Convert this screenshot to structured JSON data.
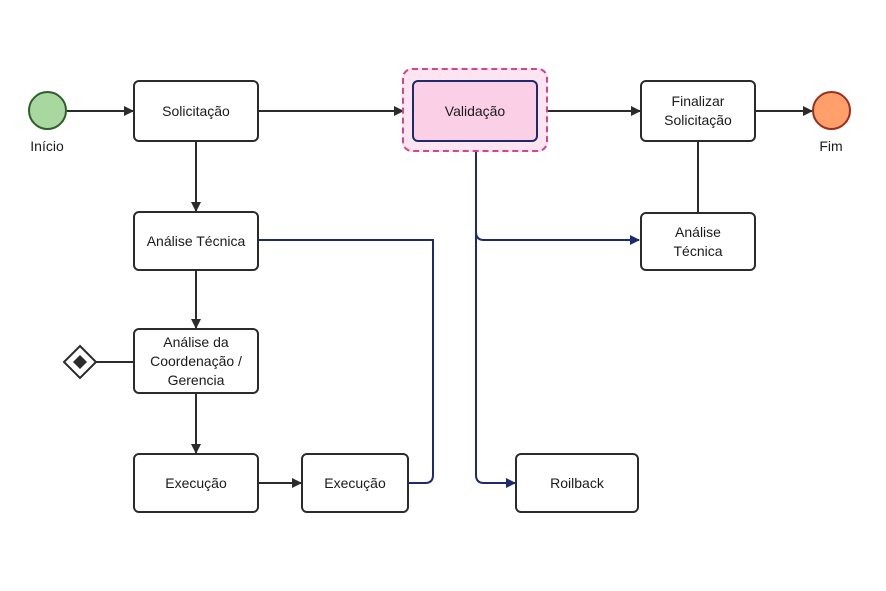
{
  "diagram": {
    "type": "process-flow",
    "colors": {
      "default_edge": "#2b2b2b",
      "highlight_edge": "#1e2a6e",
      "highlight_fill": "#fbd0e6",
      "highlight_halo": "#d2468f",
      "start_fill": "#a8d8a0",
      "end_fill": "#ff9f6a"
    },
    "events": {
      "start": {
        "label": "Início"
      },
      "end": {
        "label": "Fim"
      }
    },
    "nodes": {
      "solicitacao": {
        "label": "Solicitação"
      },
      "validacao": {
        "label": "Validação",
        "highlighted": true
      },
      "finalizar": {
        "label": "Finalizar Solicitação"
      },
      "analise_tecnica_left": {
        "label": "Análise Técnica"
      },
      "analise_tecnica_right": {
        "label": "Análise Técnica"
      },
      "analise_coordenacao": {
        "label": "Análise da Coordenação / Gerencia"
      },
      "execucao_1": {
        "label": "Execução"
      },
      "execucao_2": {
        "label": "Execução"
      },
      "rollback": {
        "label": "Roilback"
      }
    },
    "gateway": {
      "type": "exclusive-gateway-marked"
    },
    "edges": [
      {
        "from": "start",
        "to": "solicitacao",
        "style": "default"
      },
      {
        "from": "solicitacao",
        "to": "validacao",
        "style": "default"
      },
      {
        "from": "validacao",
        "to": "finalizar",
        "style": "default"
      },
      {
        "from": "finalizar",
        "to": "end",
        "style": "default"
      },
      {
        "from": "finalizar",
        "to": "analise_tecnica_right",
        "style": "default",
        "arrow": false
      },
      {
        "from": "solicitacao",
        "to": "analise_tecnica_left",
        "style": "default"
      },
      {
        "from": "analise_tecnica_left",
        "to": "analise_coordenacao",
        "style": "default"
      },
      {
        "from": "gateway",
        "to": "analise_coordenacao",
        "style": "default",
        "arrow": false
      },
      {
        "from": "analise_coordenacao",
        "to": "execucao_1",
        "style": "default"
      },
      {
        "from": "execucao_1",
        "to": "execucao_2",
        "style": "default"
      },
      {
        "from": "analise_tecnica_left",
        "to": "execucao_2",
        "style": "highlight",
        "arrow": false
      },
      {
        "from": "validacao",
        "to": "analise_tecnica_right",
        "style": "highlight"
      },
      {
        "from": "validacao",
        "to": "rollback",
        "style": "highlight"
      }
    ]
  }
}
